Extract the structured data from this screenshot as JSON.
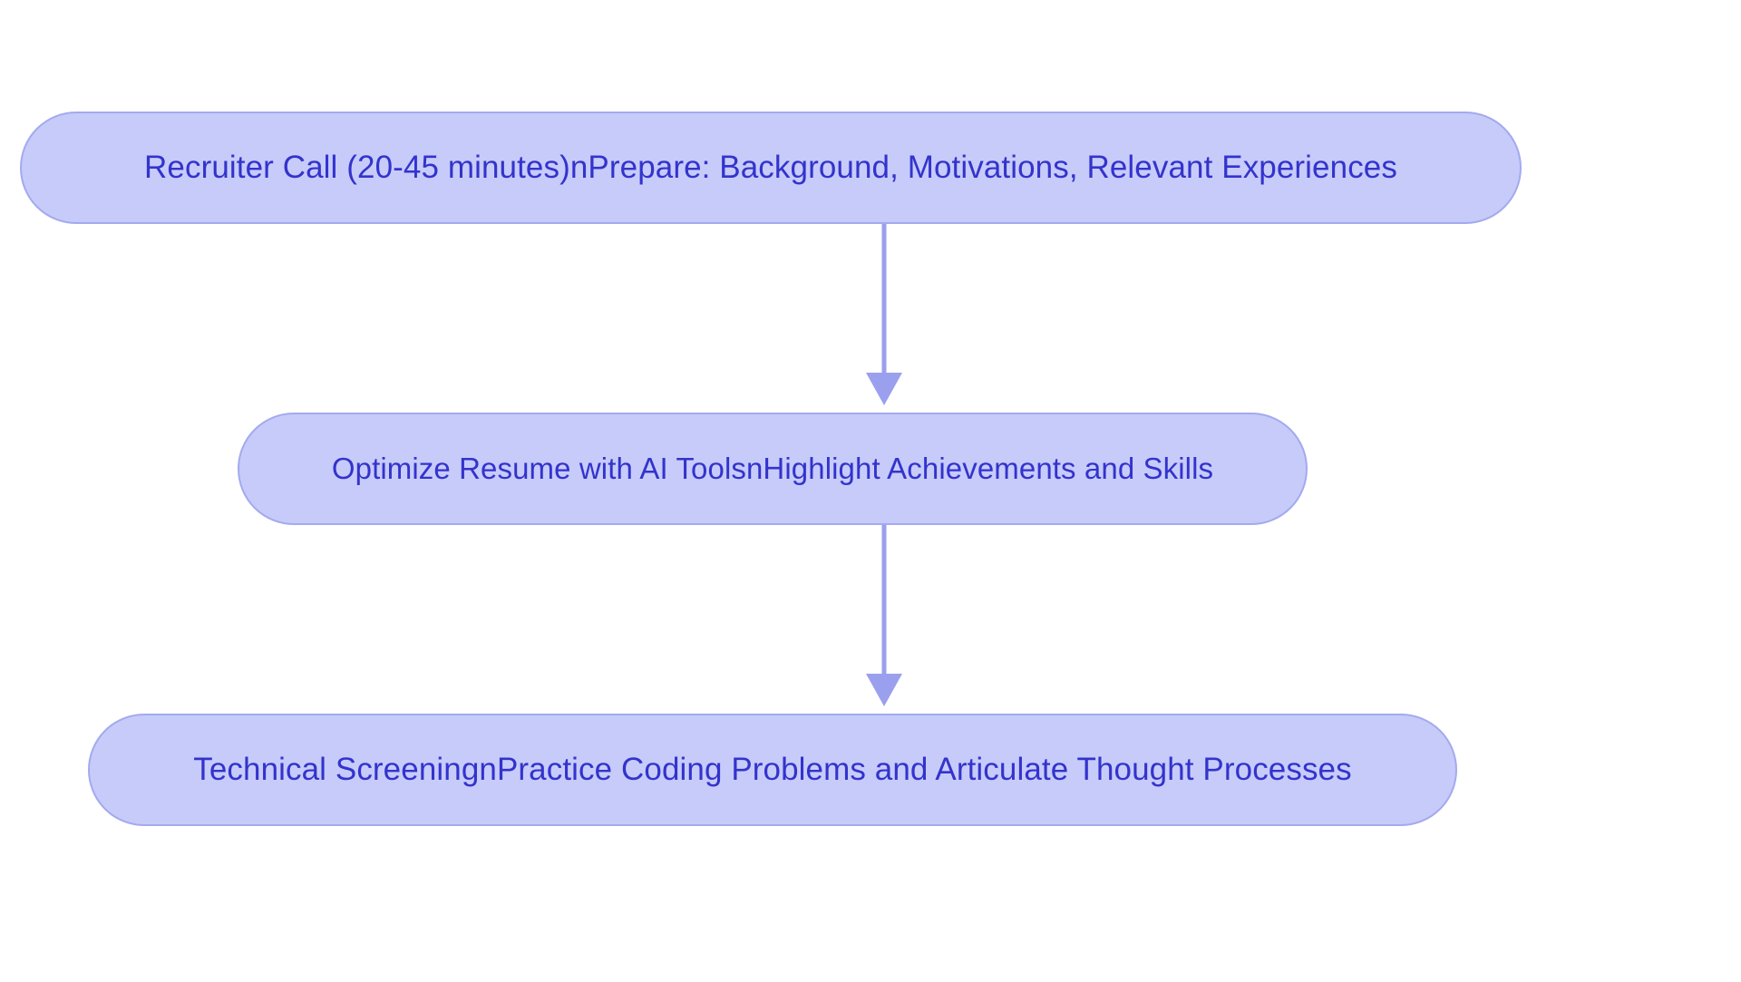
{
  "diagram": {
    "type": "flowchart",
    "orientation": "top-to-bottom",
    "background_color": "#ffffff",
    "node_fill_color": "#c7cbfa",
    "node_border_color": "#a3aaee",
    "node_text_color": "#3333cc",
    "edge_color": "#9aa0ee",
    "nodes": [
      {
        "id": "recruiter-call",
        "label": "Recruiter Call (20-45 minutes)nPrepare: Background, Motivations, Relevant Experiences",
        "order": 1
      },
      {
        "id": "optimize-resume",
        "label": "Optimize Resume with AI ToolsnHighlight Achievements and Skills",
        "order": 2
      },
      {
        "id": "technical-screening",
        "label": "Technical ScreeningnPractice Coding Problems and Articulate Thought Processes",
        "order": 3
      }
    ],
    "edges": [
      {
        "id": "edge-1",
        "from": "recruiter-call",
        "to": "optimize-resume",
        "label": ""
      },
      {
        "id": "edge-2",
        "from": "optimize-resume",
        "to": "technical-screening",
        "label": ""
      }
    ]
  }
}
